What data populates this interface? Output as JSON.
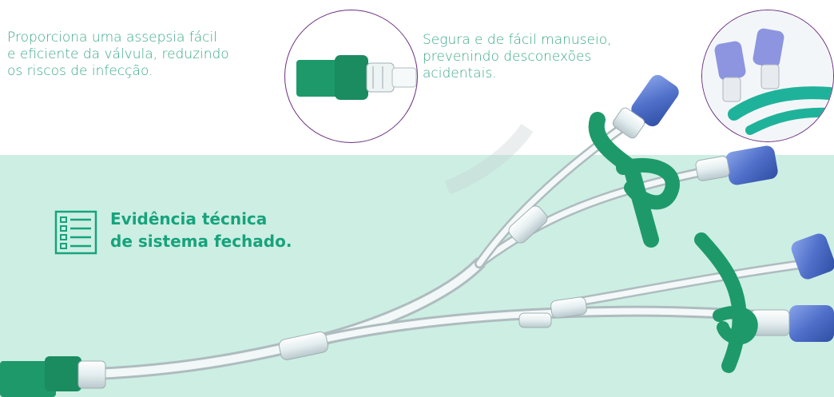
{
  "feature_left": {
    "lines": [
      "Proporciona uma assepsia fácil",
      "e eficiente da válvula, reduzindo",
      "os riscos de infecção."
    ]
  },
  "feature_right": {
    "lines": [
      "Segura e de fácil manuseio,",
      "prevenindo desconexões",
      "acidentais."
    ]
  },
  "evidence": {
    "lines": [
      "Evidência técnica",
      "de sistema fechado."
    ],
    "icon": "checklist-document-icon"
  },
  "thumbnails": {
    "left_icon": "valve-closeup-icon",
    "right_icon": "clamp-closeup-icon"
  },
  "product_icon": "iv-extension-set-icon",
  "colors": {
    "body_text": "#3aa888",
    "evidence_text": "#17a37c",
    "band": "#cdeee3",
    "circle_border": "#6b2f80",
    "clamp_green": "#1e9a6a",
    "connector_blue": "#4f6fc9"
  }
}
